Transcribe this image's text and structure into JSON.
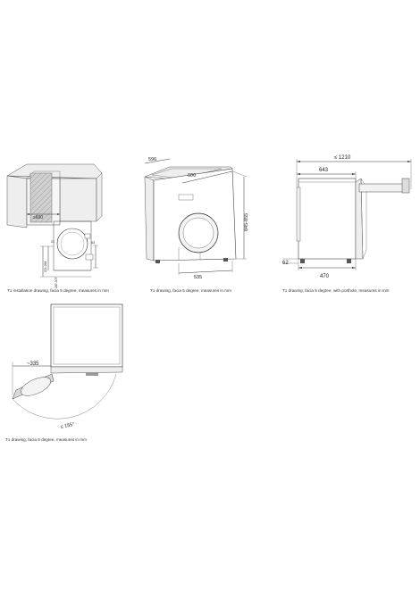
{
  "panel1": {
    "caption": "T1 installation drawing, facia 5 degree, measures in mm",
    "dim_width": "≥600",
    "dim_a": "21",
    "dim_b": "63",
    "dim_c": "221-264",
    "dim_d": "287-307"
  },
  "panel2": {
    "caption": "T1 drawing, facia 5 degree, measures in mm",
    "dim_top_depth": "596",
    "dim_top_width": "600",
    "dim_height": "845-855",
    "dim_bottom_width": "535"
  },
  "panel3": {
    "caption": "T1 drawing, facia 5 degree, with porthole, measures in mm",
    "dim_overall": "≤ 1210",
    "dim_depth": "643",
    "dim_feet": "62",
    "dim_base": "470"
  },
  "panel4": {
    "caption": "T1 drawing, facia 5 degree, measures in mm",
    "dim_door": "~335",
    "dim_angle": "≤ 155°"
  }
}
